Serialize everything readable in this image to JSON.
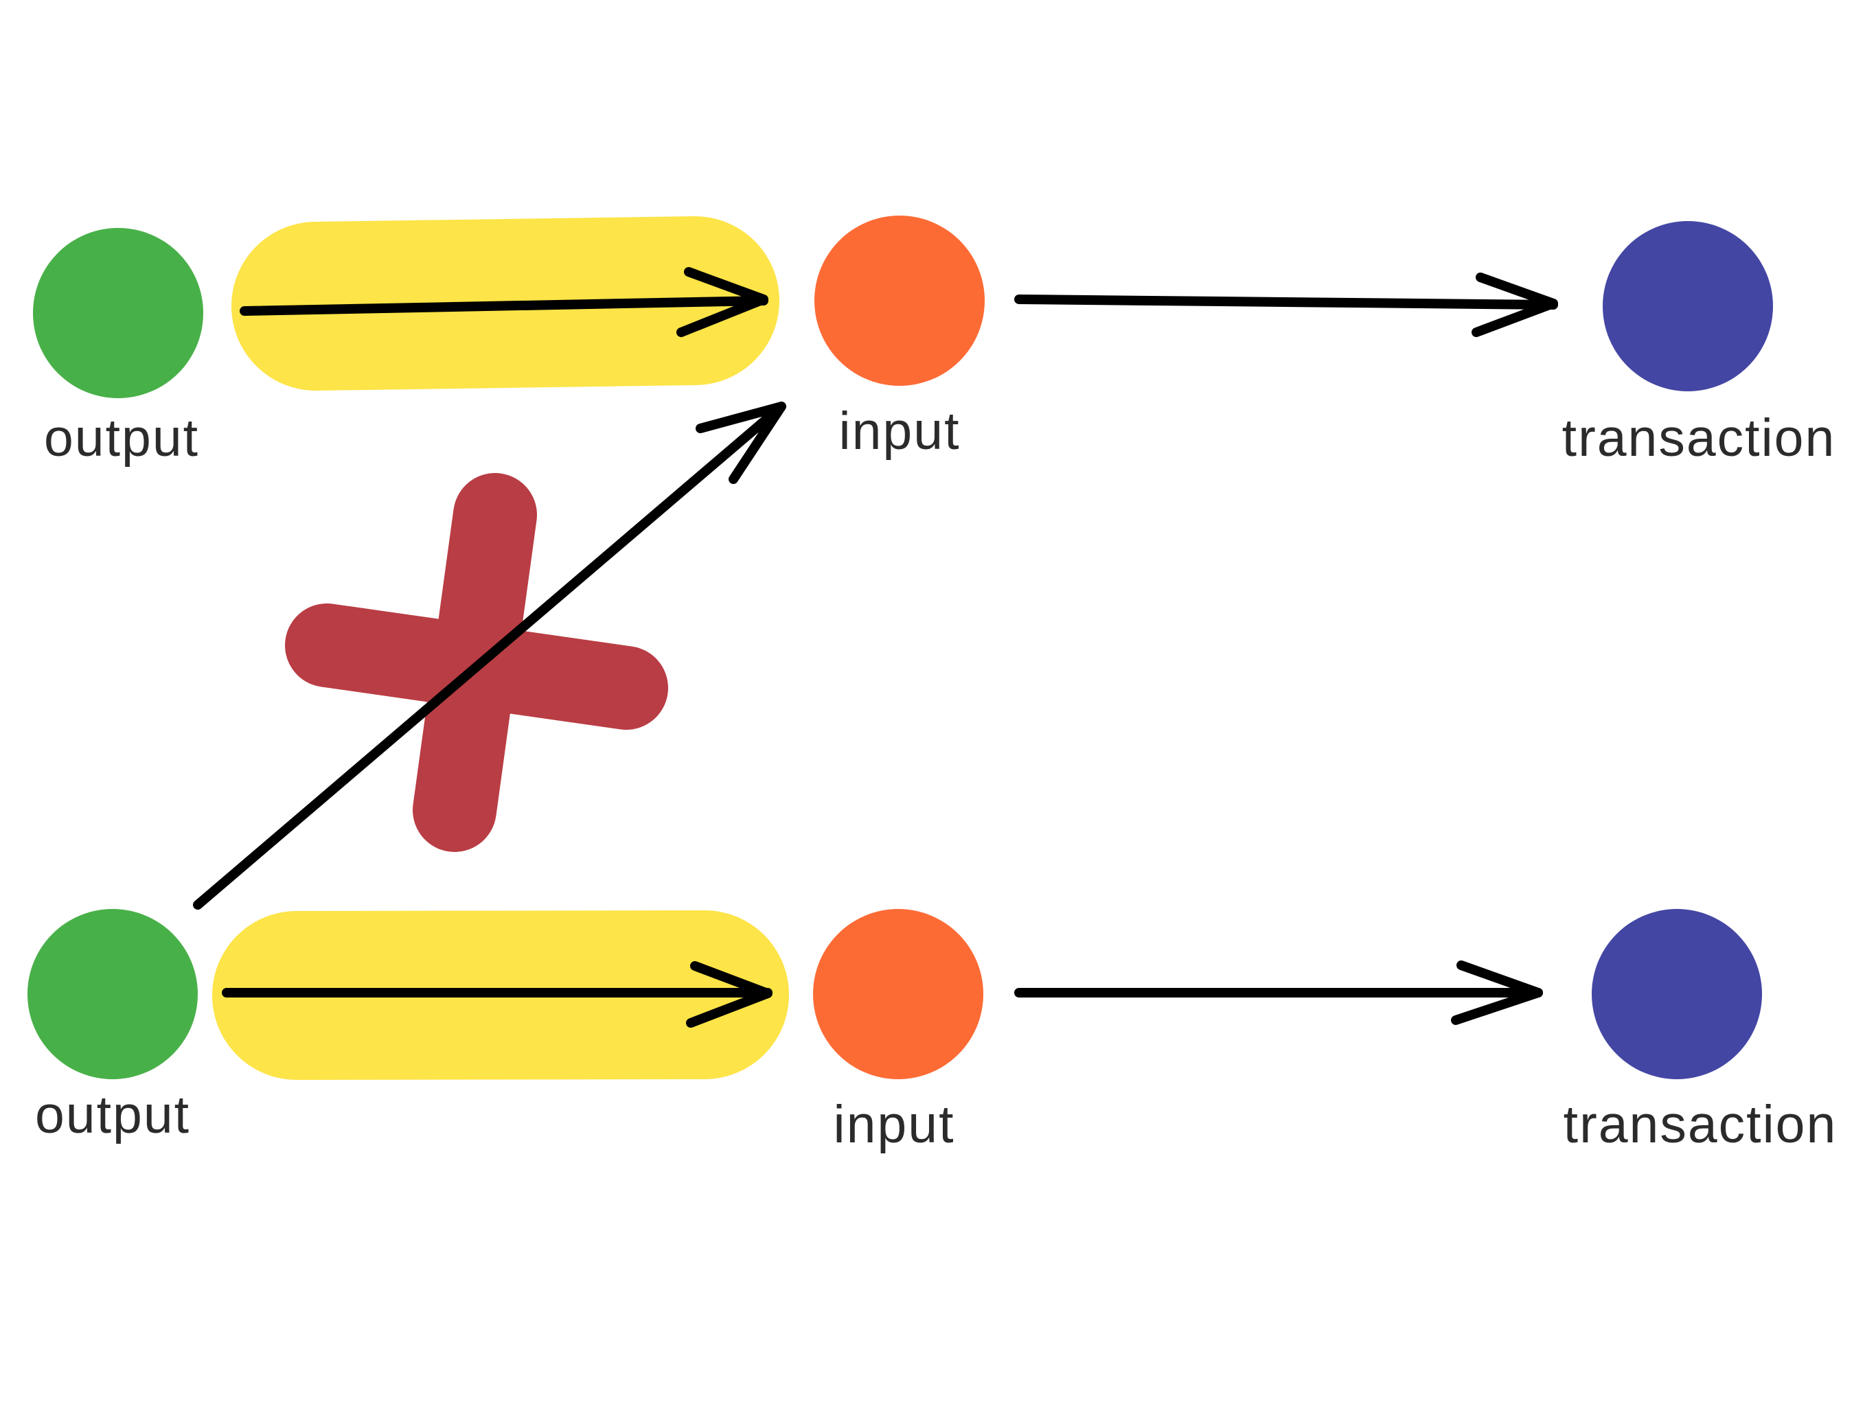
{
  "colors": {
    "output_node": "#48b048",
    "input_node": "#fd6b35",
    "transaction_node": "#4346a3",
    "highlight": "#fde448",
    "cross": "#b93d44",
    "arrow": "#000000",
    "label_text": "#2b2b2b"
  },
  "rows": [
    {
      "output": {
        "label": "output"
      },
      "input": {
        "label": "input"
      },
      "transaction": {
        "label": "transaction"
      },
      "output_to_input_highlighted": true
    },
    {
      "output": {
        "label": "output"
      },
      "input": {
        "label": "input"
      },
      "transaction": {
        "label": "transaction"
      },
      "output_to_input_highlighted": true
    }
  ],
  "cross_link": {
    "from": "row 2 output",
    "to": "row 1 input",
    "crossed_out": true
  },
  "cross_icon": "x-mark-icon"
}
